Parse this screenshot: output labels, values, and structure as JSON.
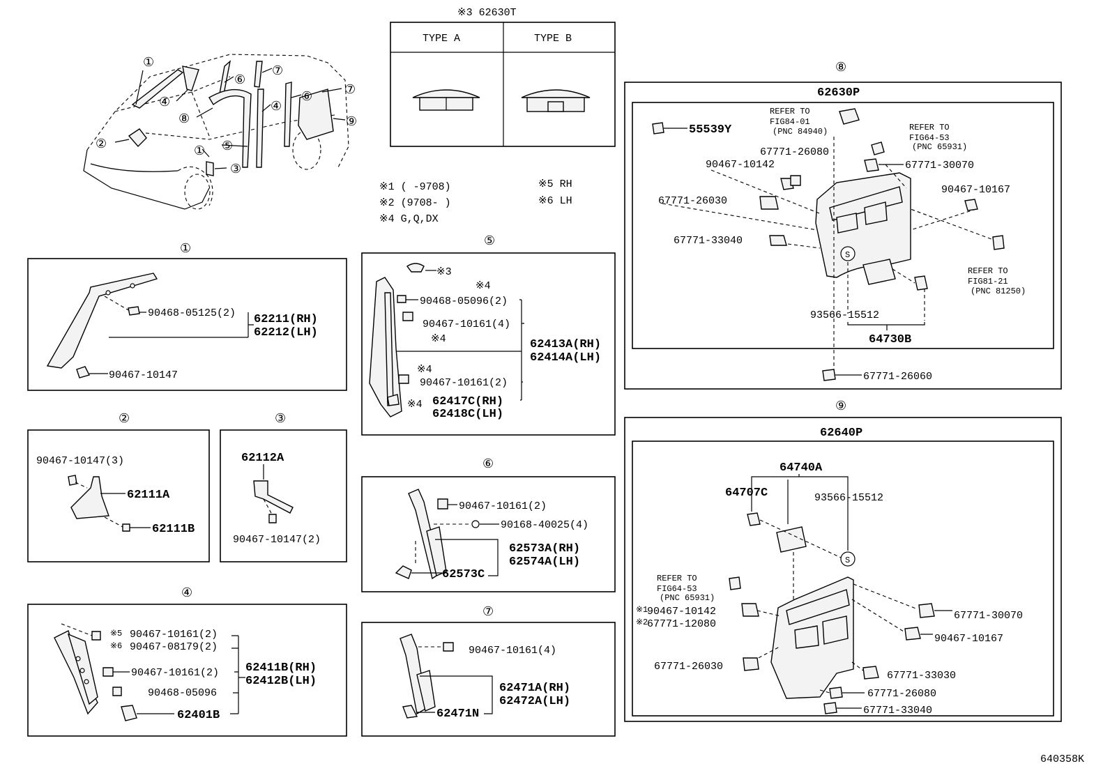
{
  "figure_id": "640358K",
  "overview": {
    "callouts": [
      "①",
      "②",
      "③",
      "④",
      "⑤",
      "⑥",
      "⑦",
      "⑧",
      "⑨"
    ]
  },
  "notes": {
    "title_clip": "※3 62630T",
    "type_a": "TYPE A",
    "type_b": "TYPE B",
    "n1": "※1 (   -9708)",
    "n2": "※2 (9708-   )",
    "n4": "※4 G,Q,DX",
    "n5": "※5 RH",
    "n6": "※6 LH"
  },
  "section1": {
    "num": "①",
    "p1": "90468-05125(2)",
    "p2": "62211(RH)",
    "p3": "62212(LH)",
    "p4": "90467-10147"
  },
  "section2": {
    "num": "②",
    "p1": "90467-10147(3)",
    "p2": "62111A",
    "p3": "62111B"
  },
  "section3": {
    "num": "③",
    "p1": "62112A",
    "p2": "90467-10147(2)"
  },
  "section4": {
    "num": "④",
    "m5": "※5",
    "m6": "※6",
    "p1": "90467-10161(2)",
    "p2": "90467-08179(2)",
    "p3": "90467-10161(2)",
    "p4": "62411B(RH)",
    "p5": "62412B(LH)",
    "p6": "90468-05096",
    "p7": "62401B"
  },
  "section5": {
    "num": "⑤",
    "m3": "※3",
    "m4a": "※4",
    "p1": "90468-05096(2)",
    "p2": "90467-10161(4)",
    "m4b": "※4",
    "p3": "62413A(RH)",
    "p4": "62414A(LH)",
    "m4c": "※4",
    "p5": "90467-10161(2)",
    "m4d": "※4",
    "p6": "62417C(RH)",
    "p7": "62418C(LH)"
  },
  "section6": {
    "num": "⑥",
    "p1": "90467-10161(2)",
    "p2": "90168-40025(4)",
    "p3": "62573A(RH)",
    "p4": "62574A(LH)",
    "p5": "62573C"
  },
  "section7": {
    "num": "⑦",
    "p1": "90467-10161(4)",
    "p2": "62471A(RH)",
    "p3": "62472A(LH)",
    "p4": "62471N"
  },
  "section8": {
    "num": "⑧",
    "title": "62630P",
    "p1": "55539Y",
    "ref1a": "REFER TO",
    "ref1b": "FIG84-01",
    "ref1c": "(PNC 84940)",
    "ref2a": "REFER TO",
    "ref2b": "FIG64-53",
    "ref2c": "(PNC 65931)",
    "p2": "67771-26080",
    "p3": "90467-10142",
    "p4": "67771-30070",
    "p5": "90467-10167",
    "p6": "67771-26030",
    "p7": "67771-33040",
    "ref3a": "REFER TO",
    "ref3b": "FIG81-21",
    "ref3c": "(PNC 81250)",
    "s": "S",
    "p8": "93566-15512",
    "p9": "64730B",
    "p10": "67771-26060"
  },
  "section9": {
    "num": "⑨",
    "title": "62640P",
    "p1": "64740A",
    "p2": "64707C",
    "p3": "93566-15512",
    "s": "S",
    "ref1a": "REFER TO",
    "ref1b": "FIG64-53",
    "ref1c": "(PNC 65931)",
    "m1": "※1",
    "m2": "※2",
    "p4": "90467-10142",
    "p5": "67771-12080",
    "p6": "67771-30070",
    "p7": "90467-10167",
    "p8": "67771-26030",
    "p9": "67771-33030",
    "p10": "67771-26080",
    "p11": "67771-33040"
  }
}
